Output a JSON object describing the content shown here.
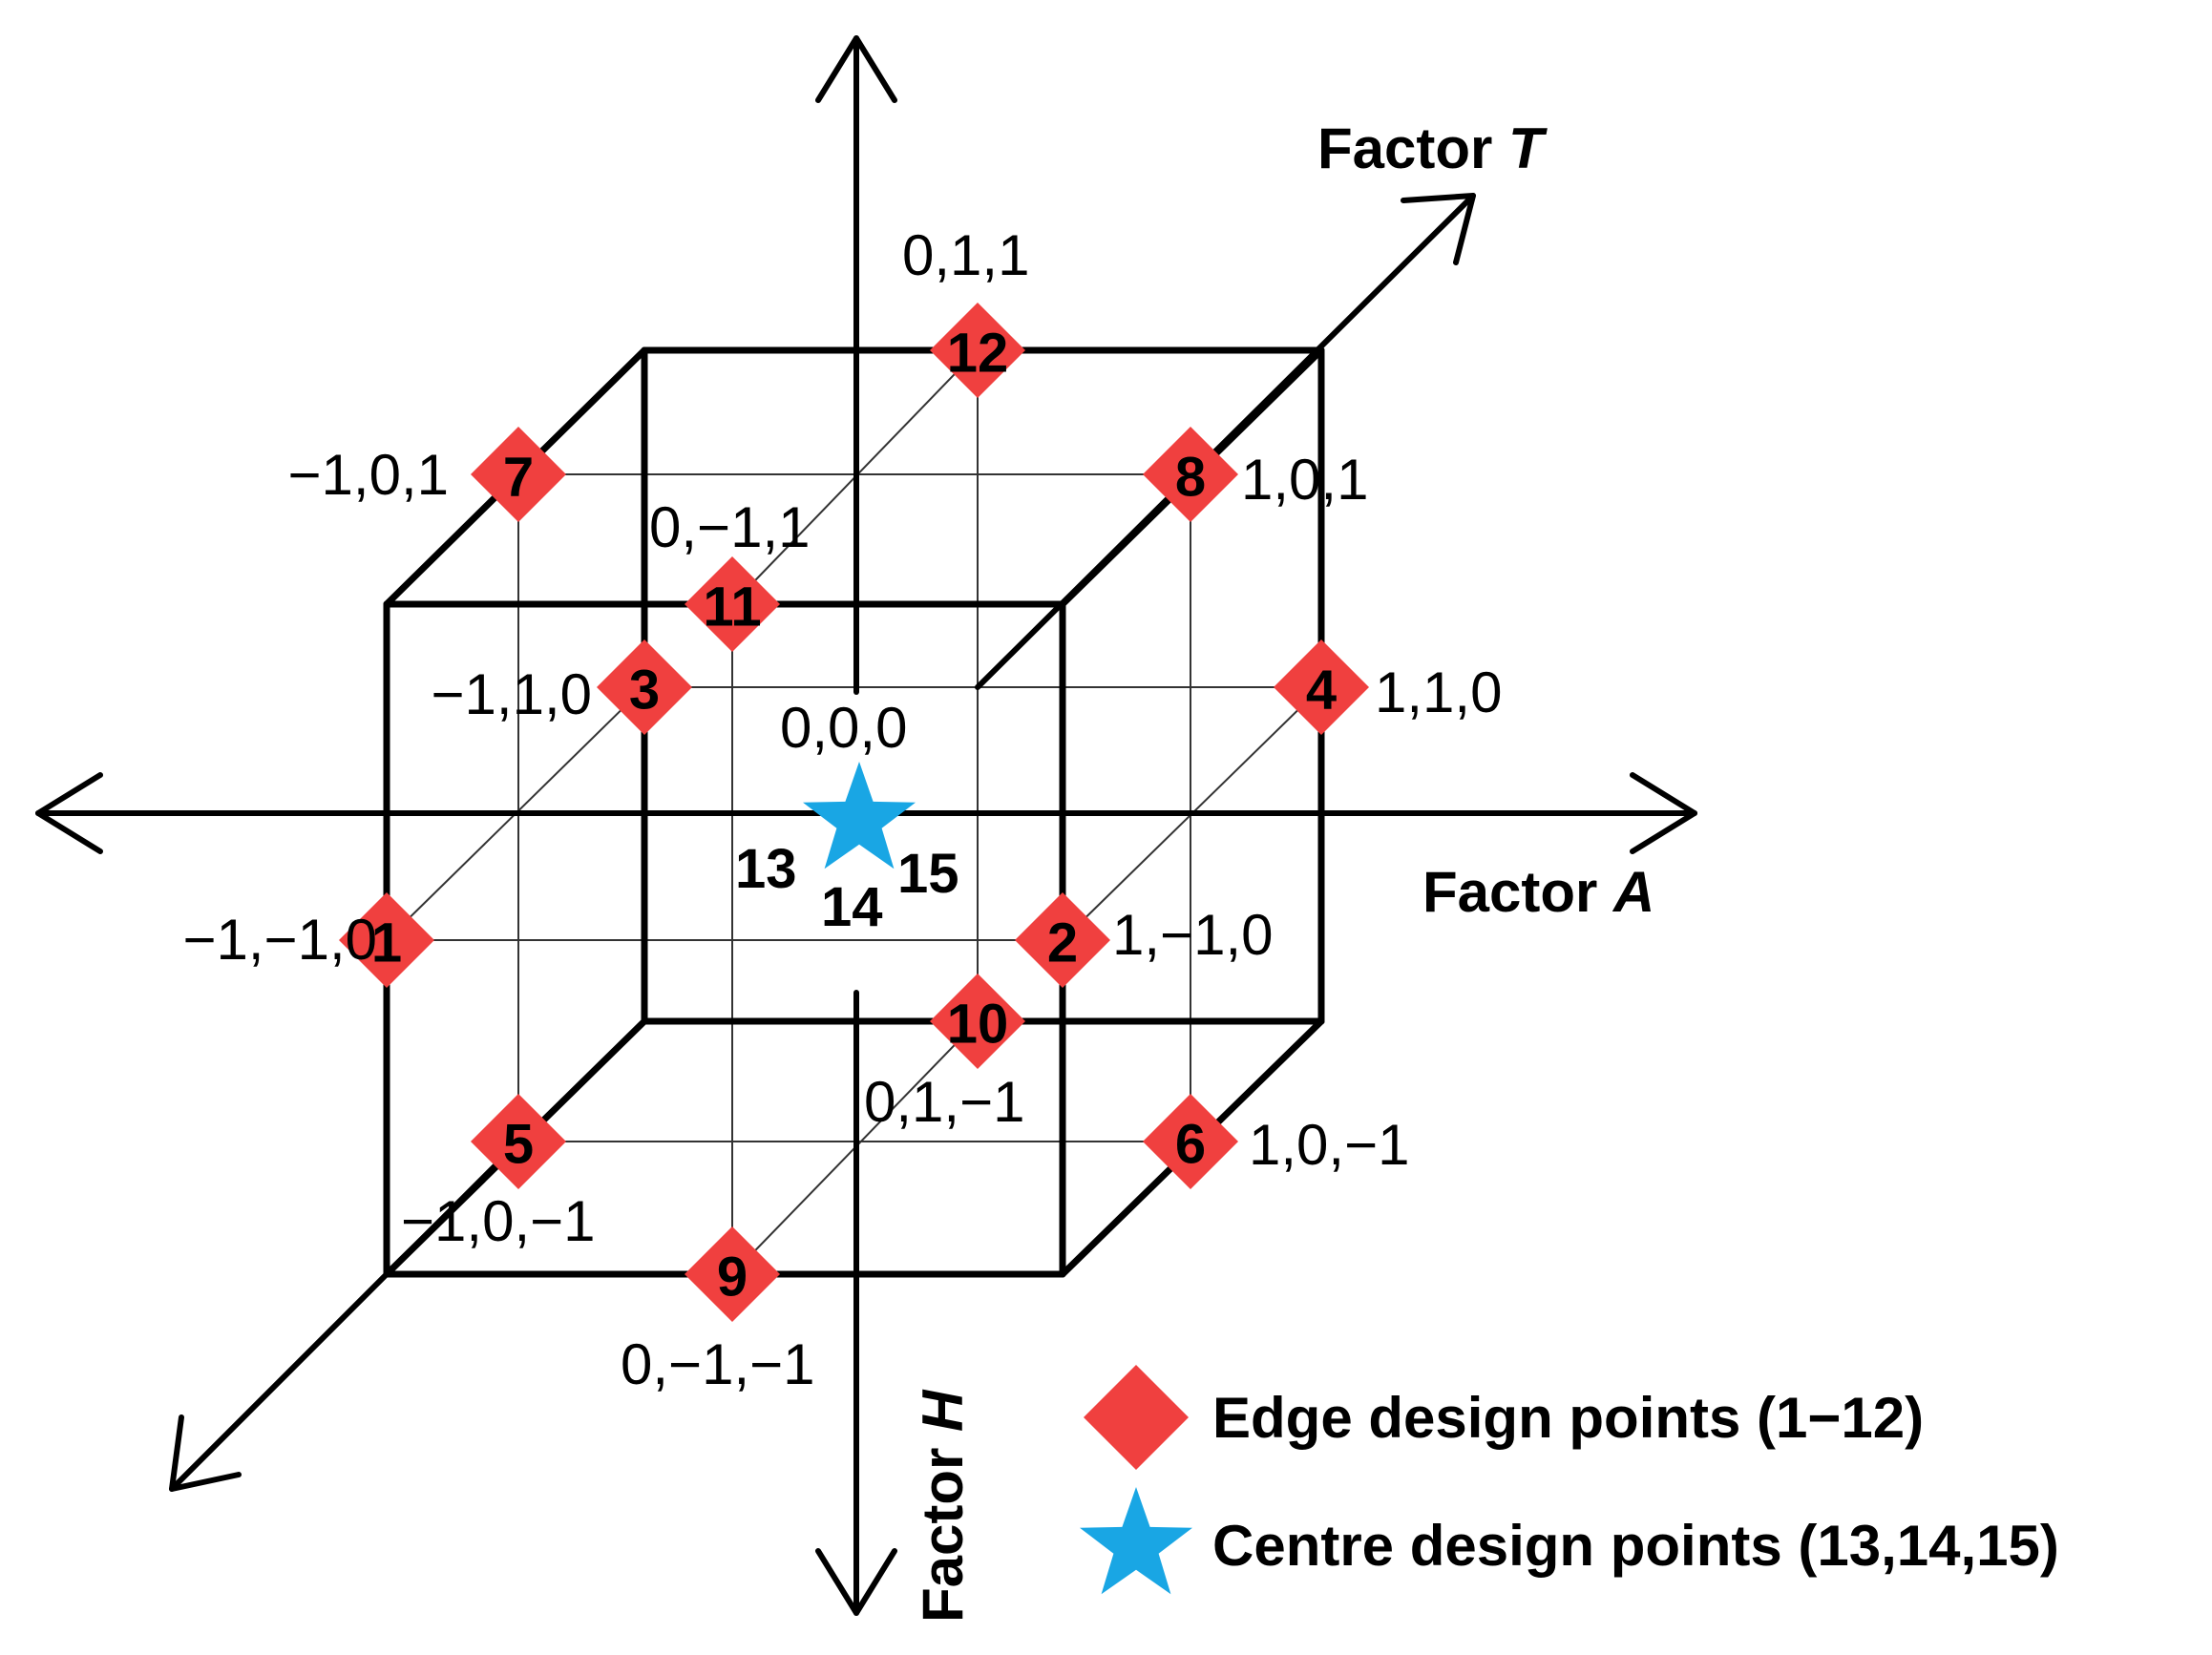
{
  "axes": {
    "a_label": "Factor ",
    "a_letter": "A",
    "t_label": "Factor ",
    "t_letter": "T",
    "h_label": "Factor ",
    "h_letter": "H"
  },
  "points": [
    {
      "num": "1",
      "coord": "−1,−1,0"
    },
    {
      "num": "2",
      "coord": "1,−1,0"
    },
    {
      "num": "3",
      "coord": "−1,1,0"
    },
    {
      "num": "4",
      "coord": "1,1,0"
    },
    {
      "num": "5",
      "coord": "−1,0,−1"
    },
    {
      "num": "6",
      "coord": "1,0,−1"
    },
    {
      "num": "7",
      "coord": "−1,0,1"
    },
    {
      "num": "8",
      "coord": "1,0,1"
    },
    {
      "num": "9",
      "coord": "0,−1,−1"
    },
    {
      "num": "10",
      "coord": "0,1,−1"
    },
    {
      "num": "11",
      "coord": "0,−1,1"
    },
    {
      "num": "12",
      "coord": "0,1,1"
    }
  ],
  "centre": {
    "coord": "0,0,0",
    "nums": [
      "13",
      "14",
      "15"
    ]
  },
  "legend": {
    "edge": "Edge design points (1−12)",
    "centre": "Centre design points (13,14,15)"
  },
  "colors": {
    "edge": "#f0403f",
    "centre": "#19a6e4"
  }
}
